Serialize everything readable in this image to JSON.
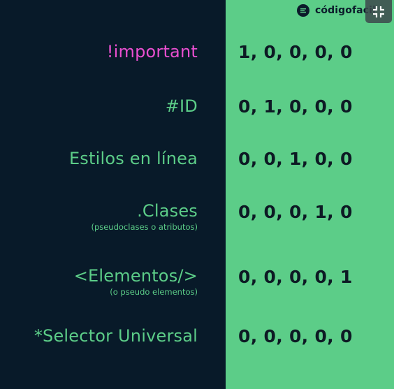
{
  "brand": {
    "name": "códigofacil",
    "logo_icon": "codigofacil-logo-icon"
  },
  "controls": {
    "exit_fullscreen_icon": "exit-fullscreen-icon"
  },
  "colors": {
    "left_background": "#081a29",
    "right_background": "#5ccd88",
    "label_green": "#5ccd88",
    "important_pink": "#e94fd0",
    "value_dark": "#0d1a24"
  },
  "rows": [
    {
      "label": "!important",
      "sublabel": "",
      "value": "1, 0, 0, 0, 0"
    },
    {
      "label": "#ID",
      "sublabel": "",
      "value": "0, 1, 0, 0, 0"
    },
    {
      "label": "Estilos en línea",
      "sublabel": "",
      "value": "0, 0, 1, 0, 0"
    },
    {
      "label": ".Clases",
      "sublabel": "(pseudoclases o atributos)",
      "value": "0, 0, 0, 1, 0"
    },
    {
      "label": "<Elementos/>",
      "sublabel": "(o pseudo elementos)",
      "value": "0, 0, 0, 0, 1"
    },
    {
      "label": "*Selector Universal",
      "sublabel": "",
      "value": "0, 0, 0, 0, 0"
    }
  ]
}
